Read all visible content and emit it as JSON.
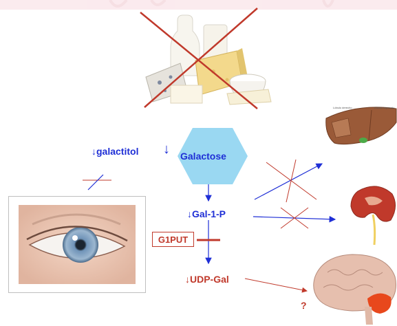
{
  "nodes": {
    "galactose": "Galactose",
    "galactitol": "↓galactitol",
    "galactitol_arrow": "↓",
    "gal1p": "↓Gal-1-P",
    "g1put": "G1PUT",
    "udpgal": "↓UDP-Gal",
    "question": "?"
  },
  "colors": {
    "blue": "#1f2fd6",
    "red": "#c0392b",
    "hexagon": "#9ad8f2",
    "cross": "#c0392b"
  },
  "icons": {
    "dairy": "dairy-products-crossed-out",
    "liver": "liver-anatomy-illustration",
    "kidney": "kidney-anatomy-illustration",
    "brain": "brain-illustration",
    "eye": "eye-photo"
  }
}
